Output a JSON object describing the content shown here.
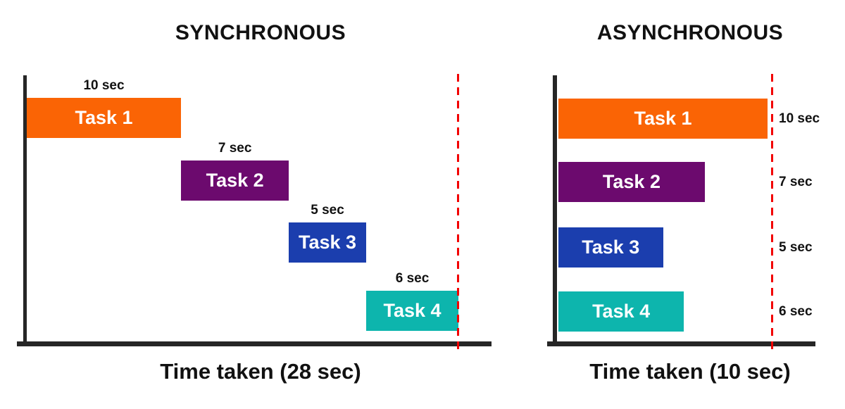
{
  "style": {
    "background": "#ffffff",
    "axis_color": "#262626",
    "deadline_color": "#f20000",
    "bar_text_color": "#ffffff",
    "label_text_color": "#111111"
  },
  "panels": [
    {
      "title": "SYNCHRONOUS",
      "caption": "Time taken (28 sec)",
      "execution": "sequential",
      "total_sec": 28,
      "tasks": [
        {
          "label": "Task 1",
          "duration_sec": 10,
          "duration_label": "10 sec",
          "color": "#fa6405"
        },
        {
          "label": "Task 2",
          "duration_sec": 7,
          "duration_label": "7 sec",
          "color": "#6c0a6e"
        },
        {
          "label": "Task 3",
          "duration_sec": 5,
          "duration_label": "5 sec",
          "color": "#1b3eae"
        },
        {
          "label": "Task 4",
          "duration_sec": 6,
          "duration_label": "6 sec",
          "color": "#0db5ad"
        }
      ]
    },
    {
      "title": "ASYNCHRONOUS",
      "caption": "Time taken (10 sec)",
      "execution": "parallel",
      "total_sec": 10,
      "tasks": [
        {
          "label": "Task 1",
          "duration_sec": 10,
          "duration_label": "10 sec",
          "color": "#fa6405"
        },
        {
          "label": "Task 2",
          "duration_sec": 7,
          "duration_label": "7 sec",
          "color": "#6c0a6e"
        },
        {
          "label": "Task 3",
          "duration_sec": 5,
          "duration_label": "5 sec",
          "color": "#1b3eae"
        },
        {
          "label": "Task 4",
          "duration_sec": 6,
          "duration_label": "6 sec",
          "color": "#0db5ad"
        }
      ]
    }
  ],
  "chart_data": [
    {
      "type": "bar",
      "title": "SYNCHRONOUS",
      "categories": [
        "Task 1",
        "Task 2",
        "Task 3",
        "Task 4"
      ],
      "values": [
        10,
        7,
        5,
        6
      ],
      "start_times": [
        0,
        10,
        17,
        22
      ],
      "annotations": [
        "10 sec",
        "7 sec",
        "5 sec",
        "6 sec"
      ],
      "xlabel": "Time taken (28 sec)",
      "xlim": [
        0,
        28
      ],
      "deadline": 28,
      "grid": false,
      "legend": false
    },
    {
      "type": "bar",
      "title": "ASYNCHRONOUS",
      "categories": [
        "Task 1",
        "Task 2",
        "Task 3",
        "Task 4"
      ],
      "values": [
        10,
        7,
        5,
        6
      ],
      "start_times": [
        0,
        0,
        0,
        0
      ],
      "annotations": [
        "10 sec",
        "7 sec",
        "5 sec",
        "6 sec"
      ],
      "xlabel": "Time taken (10 sec)",
      "xlim": [
        0,
        10
      ],
      "deadline": 10,
      "grid": false,
      "legend": false
    }
  ]
}
